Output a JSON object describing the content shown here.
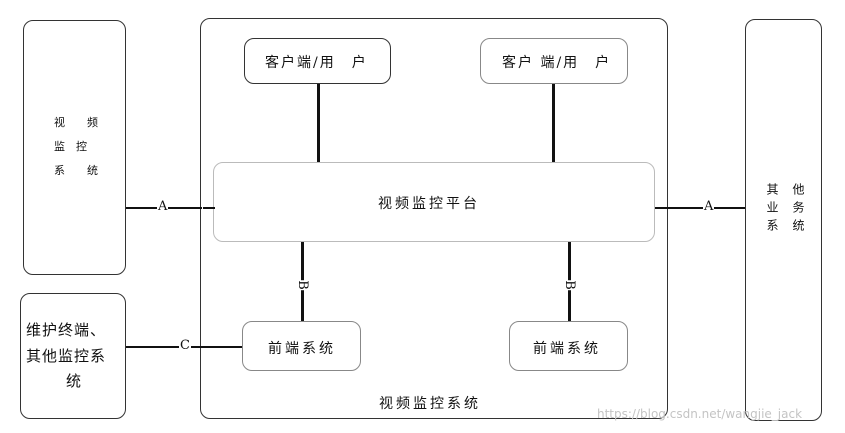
{
  "left_system": {
    "line1": "视　　频",
    "line2": "监　控",
    "line3": "系　　统"
  },
  "maint_system": {
    "line1": "维护终端、",
    "line2": "其他监控系",
    "line3": "统"
  },
  "main_system": {
    "label": "视频监控系统"
  },
  "client_left": {
    "label": "客户端/用　户"
  },
  "client_right": {
    "label": "客户 端/用　户"
  },
  "platform": {
    "label": "视频监控平台"
  },
  "front_left": {
    "label": "前端系统"
  },
  "front_right": {
    "label": "前端系统"
  },
  "right_system": {
    "col1": "其业系",
    "col2": "他务统"
  },
  "interfaces": {
    "a_left": "A",
    "a_right": "A",
    "b_left": "B",
    "b_right": "B",
    "c": "C"
  },
  "watermark": "https://blog.csdn.net/wangjie_jack"
}
